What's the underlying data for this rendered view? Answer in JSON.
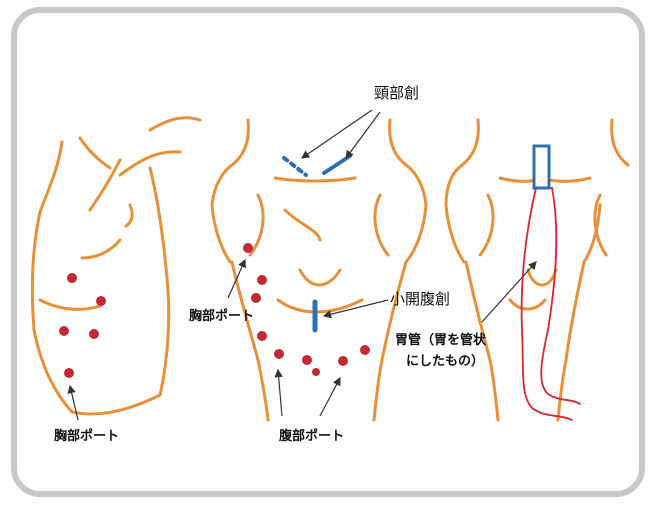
{
  "labels": {
    "neck_wound": "頸部創",
    "chest_port_center": "胸部ポート",
    "small_laparotomy": "小開腹創",
    "chest_port_left": "胸部ポート",
    "abdominal_port": "腹部ポート",
    "gastric_tube_line1": "胃管（胃を管状",
    "gastric_tube_line2": "にしたもの）"
  },
  "colors": {
    "frame_border": "#c8c8c8",
    "outline": "#e8913a",
    "port": "#c42a36",
    "incision": "#2f6fb4",
    "gastric_tube": "#d8282c",
    "arrow": "#333333"
  }
}
